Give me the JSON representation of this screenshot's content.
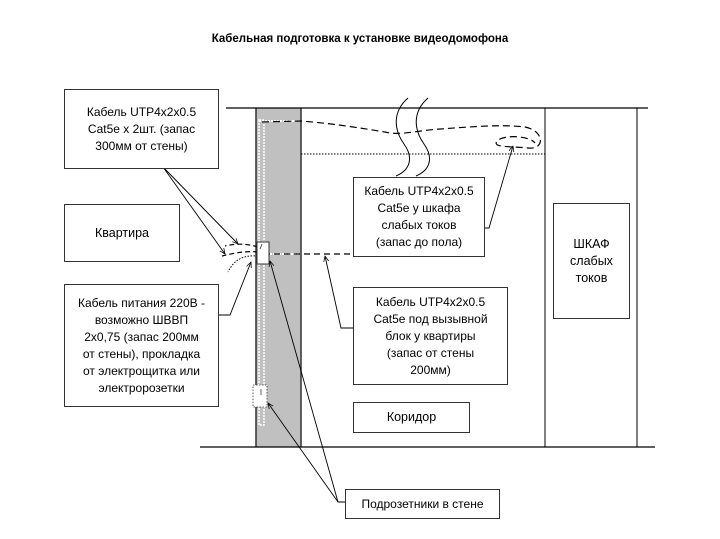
{
  "title": "Кабельная подготовка к установке видеодомофона",
  "labels": {
    "cable_utp_apartment": "Кабель UTP4x2x0.5\nCat5e x 2шт. (запас\n300мм от стены)",
    "apartment": "Квартира",
    "power_cable": "Кабель питания 220В -\nвозможно ШВВП\n2х0,75 (запас 200мм\nот стены), прокладка\nот электрощитка или\nэлектророзетки",
    "cable_utp_cabinet": "Кабель UTP4x2x0.5\nCat5e  у шкафа\nслабых токов\n(запас до пола)",
    "cable_utp_callblock": "Кабель UTP4x2x0.5\nCat5e  под вызывной\nблок у квартиры\n(запас от стены\n200мм)",
    "corridor": "Коридор",
    "cabinet": "ШКАФ\nслабых\nтоков",
    "junction_boxes": "Подрозетники в стене"
  },
  "colors": {
    "wall_fill": "#c0c0c0",
    "line": "#000000",
    "box_border": "#333333"
  }
}
